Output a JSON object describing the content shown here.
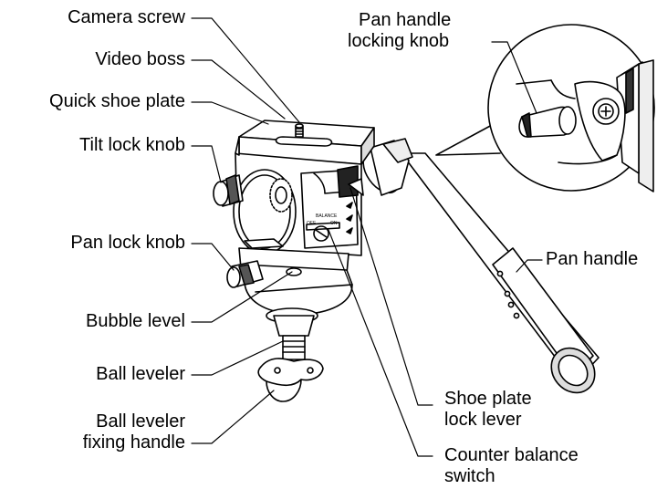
{
  "diagram": {
    "callouts": {
      "camera_screw": "Camera screw",
      "video_boss": "Video boss",
      "quick_shoe_plate": "Quick shoe plate",
      "tilt_lock_knob": "Tilt lock knob",
      "pan_lock_knob": "Pan lock knob",
      "bubble_level": "Bubble level",
      "ball_leveler": "Ball leveler",
      "ball_leveler_fixing_handle_l1": "Ball leveler",
      "ball_leveler_fixing_handle_l2": "fixing handle",
      "pan_handle_locking_knob_l1": "Pan handle",
      "pan_handle_locking_knob_l2": "locking knob",
      "pan_handle": "Pan handle",
      "shoe_plate_lock_lever_l1": "Shoe plate",
      "shoe_plate_lock_lever_l2": "lock lever",
      "counter_balance_switch_l1": "Counter balance",
      "counter_balance_switch_l2": "switch"
    },
    "balance_panel": {
      "title": "BALANCE",
      "off": "OFF",
      "on": "ON"
    },
    "colors": {
      "line": "#000000",
      "fill": "#ffffff",
      "shade": "#d9d9d9",
      "dark": "#3a3a3a"
    }
  }
}
